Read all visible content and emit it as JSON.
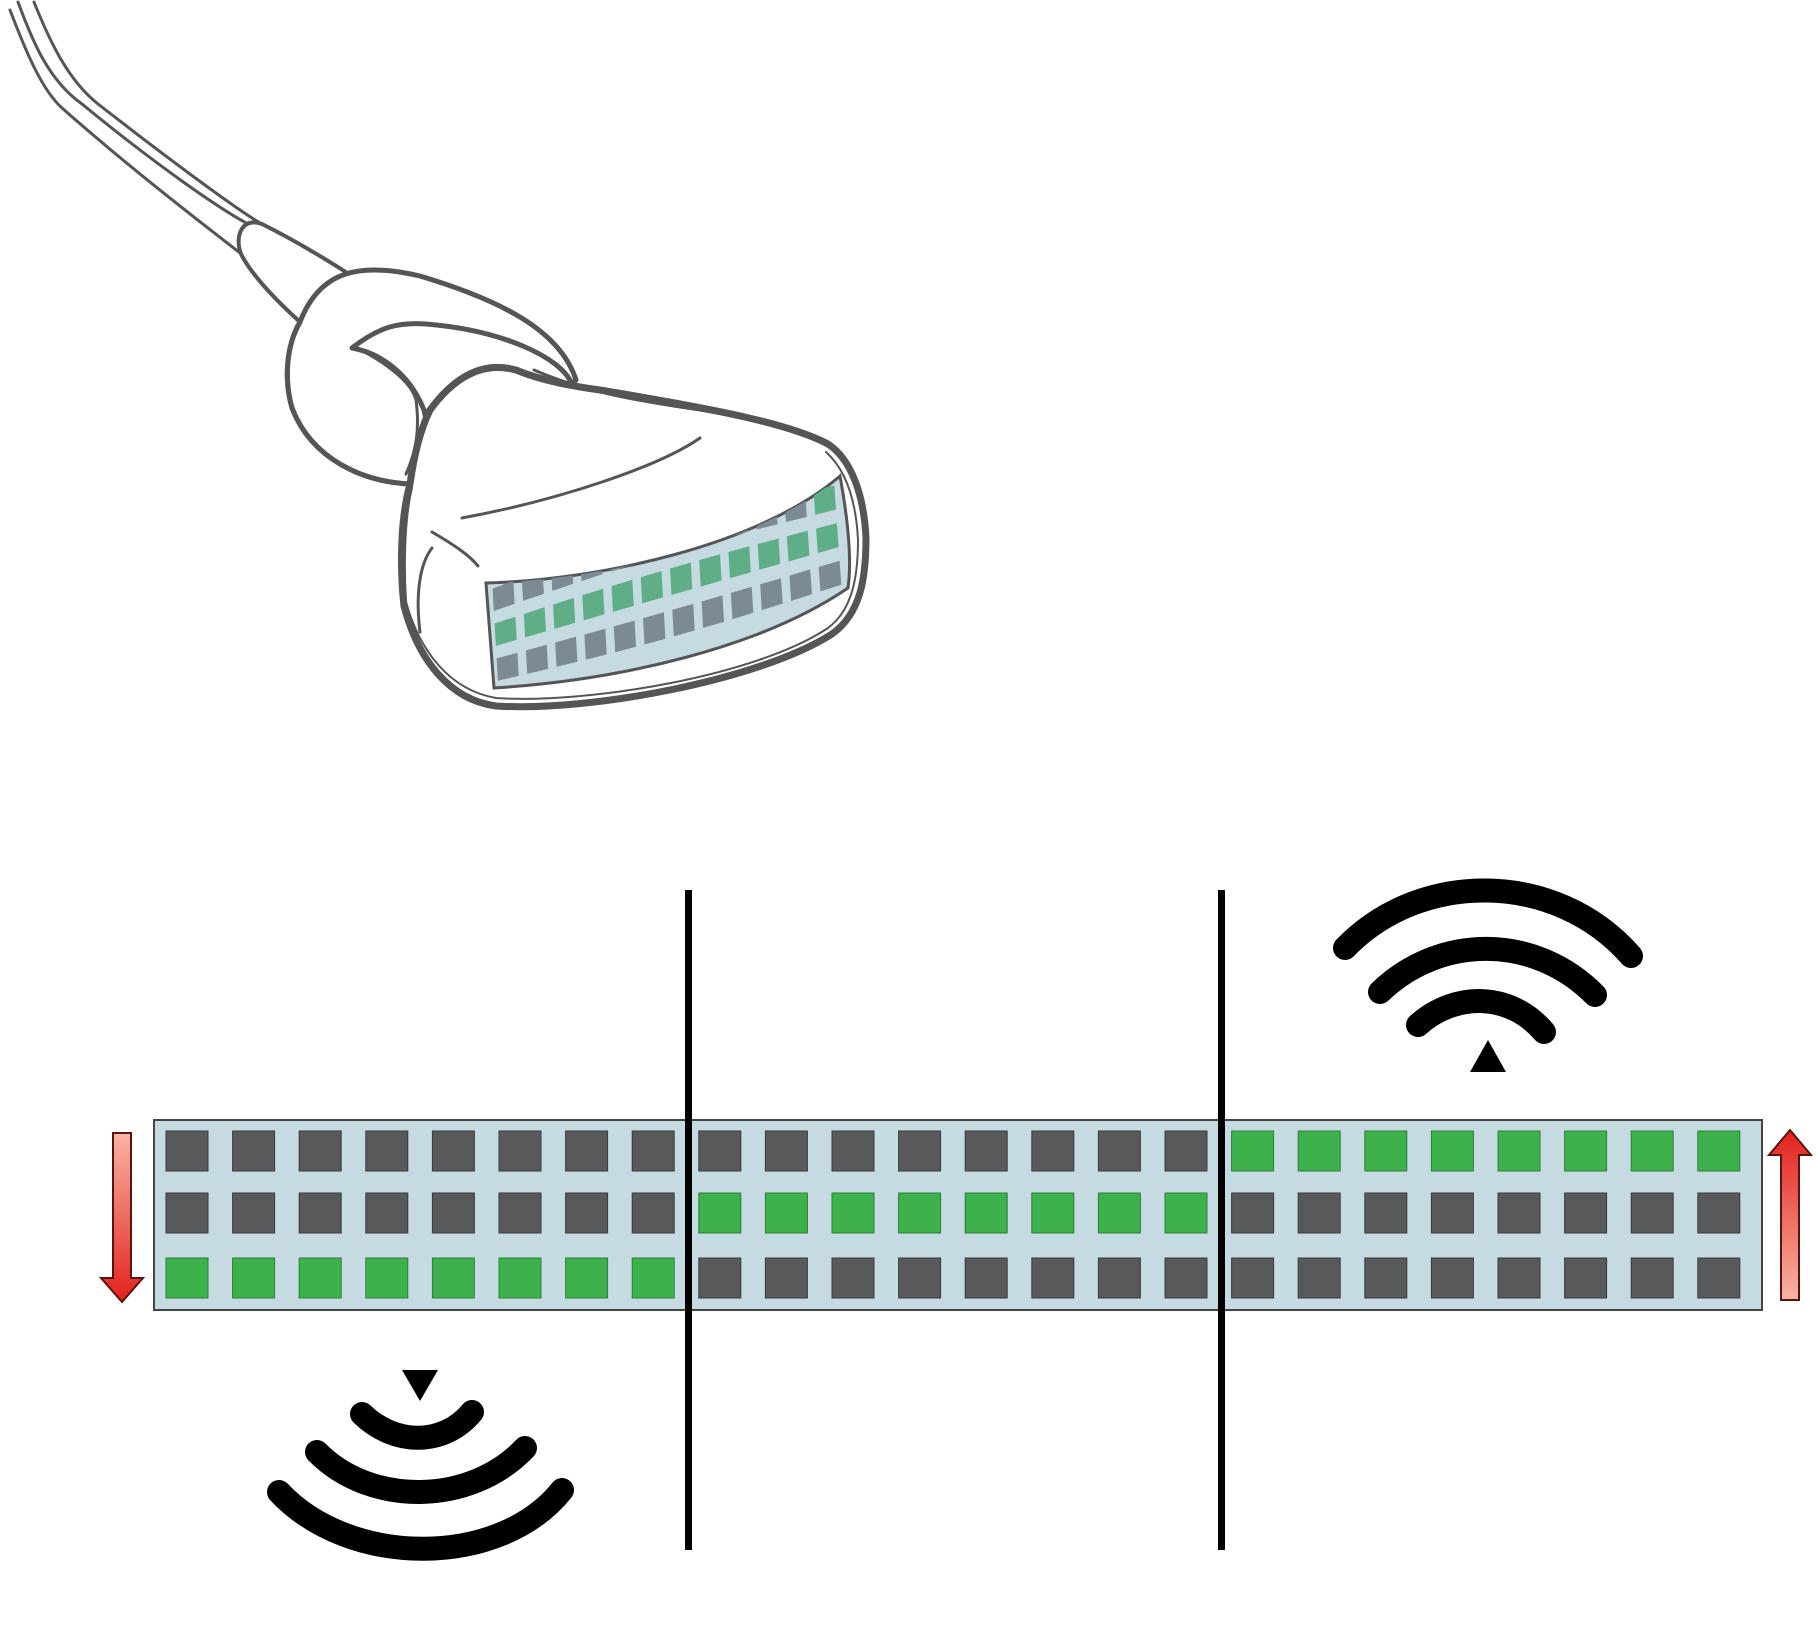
{
  "colors": {
    "background": "#ffffff",
    "outline": "#555555",
    "array_fill": "#c5dbe1",
    "element_off": "#58595b",
    "element_on": "#3db14b",
    "probe_element_off": "#7b8a93",
    "probe_element_on": "#5fae88",
    "arrow_dark_red": "#e3211d",
    "arrow_light_red": "#f8b4a3",
    "wave": "#000000",
    "divider": "#000000"
  },
  "array": {
    "rows": 3,
    "columns": 24,
    "groups": [
      {
        "name": "left-group",
        "active_row": 3
      },
      {
        "name": "middle-group",
        "active_row": 2
      },
      {
        "name": "right-group",
        "active_row": 1
      }
    ]
  },
  "icons": {
    "probe": "ultrasound-probe-icon",
    "wave_down": "sound-wave-down-icon",
    "wave_up": "sound-wave-up-icon",
    "arrow_down": "red-gradient-arrow-down-icon",
    "arrow_up": "red-gradient-arrow-up-icon"
  }
}
